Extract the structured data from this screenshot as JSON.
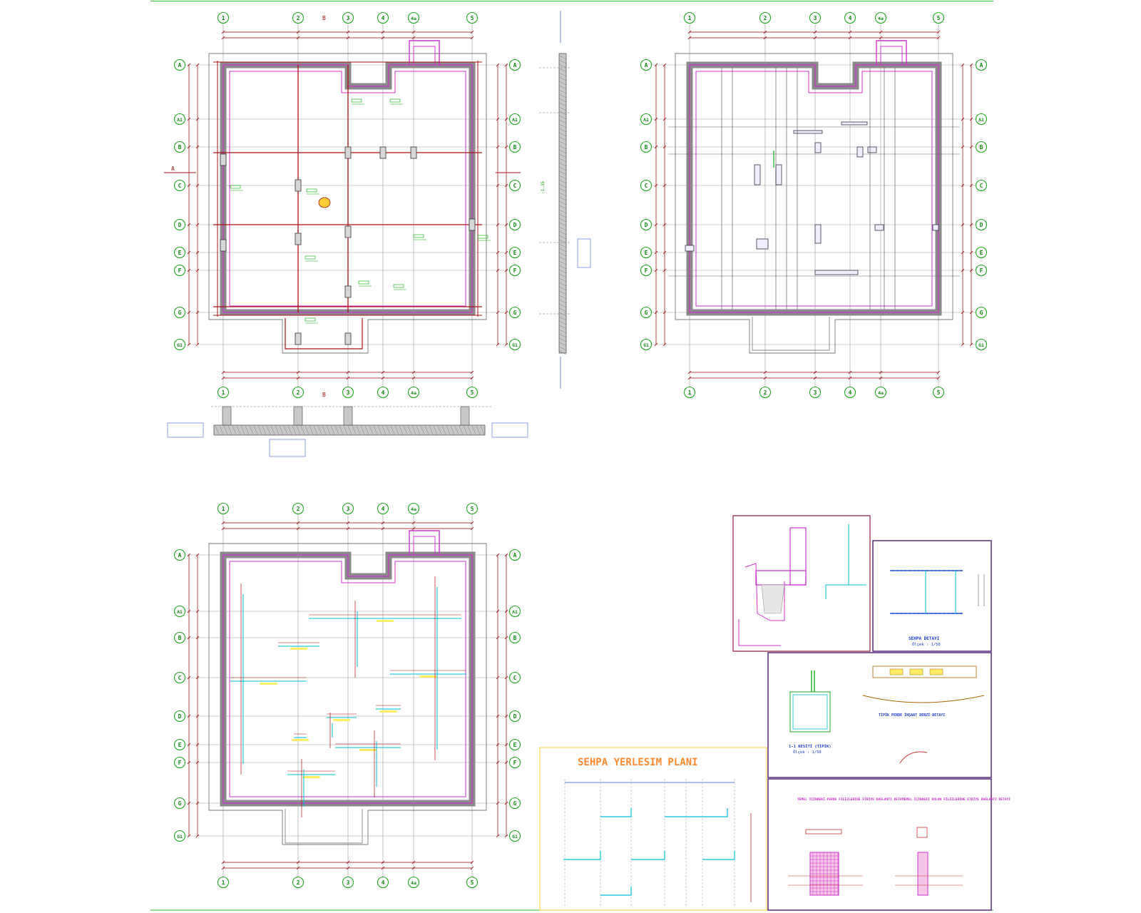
{
  "drawing": {
    "colors": {
      "background": "#ffffff",
      "grid_line": "#9a9a9a",
      "bubble": "#22aa22",
      "wall": "#8a8a8a",
      "wall_edge": "#cc33cc",
      "beam": "#aa1111",
      "dimension": "#990000",
      "annotation": "#00aa00",
      "rebar": "#00bfd8",
      "frame": "#8b1a3a",
      "detail_frame": "#5a2a7a",
      "title_orange": "#ff8a30",
      "note_blue": "#1a3acc"
    },
    "column_axes": [
      "1",
      "2",
      "3",
      "4",
      "4a",
      "5"
    ],
    "row_axes": [
      "A",
      "A1",
      "B",
      "C",
      "D",
      "E",
      "F",
      "G",
      "G1"
    ],
    "section_markers": {
      "a": "A",
      "b": "B"
    },
    "elevation_label": "-1.35",
    "sehpa_title": "SEHPA YERLESIM PLANI",
    "sehpa_detail_title": "SEHPA DETAYI",
    "sehpa_detail_scale": "Ölçek : 1/50",
    "section_11_title": "1-1 KESİTİ (TİPİK)",
    "section_11_scale": "Ölçek : 1/50",
    "typical_wall_title": "TİPİK PERDE İNŞAAT DERZİ DETAYI",
    "wall_stirrup_title": "TEMEL İÇİNDEKİ PERDE FİLİZLERİNE ETRİYE BAĞLANTI DETAYI",
    "column_stirrup_title": "TEMEL İÇİNDEKİ KOLON FİLİZLERİNE ETRİYE BAĞLANTI DETAYI"
  }
}
